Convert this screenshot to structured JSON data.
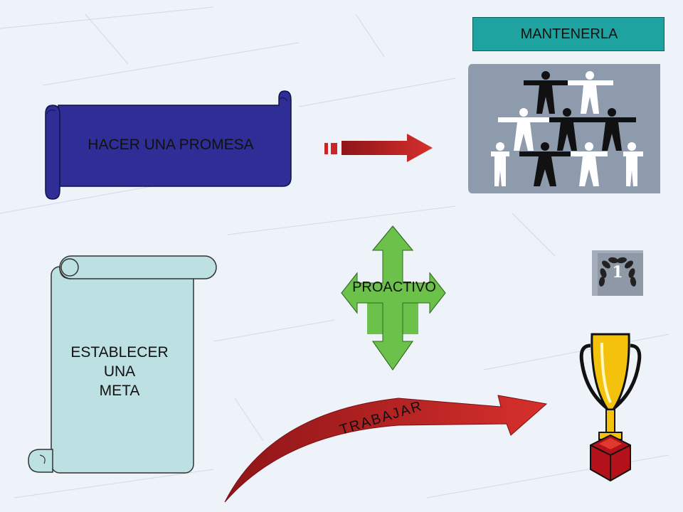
{
  "promise": {
    "text": "HACER UNA PROMESA"
  },
  "goal": {
    "lines": [
      "ESTABLECER",
      "UNA",
      "META"
    ]
  },
  "maintain": {
    "text": "MANTENERLA"
  },
  "proactive": {
    "text": "PROACTIVO"
  },
  "work": {
    "text": "TRABAJAR"
  },
  "medal": {
    "number": "1"
  },
  "icons": {
    "people_pyramid": "people-pyramid-icon",
    "medal": "laurel-medal-icon",
    "trophy": "trophy-icon",
    "arrow": "right-arrow-icon",
    "four_way": "four-way-arrow-icon",
    "curved": "curved-arrow-icon"
  },
  "colors": {
    "background": "#eef2f9",
    "promise_scroll": "#2e2e96",
    "goal_scroll": "#bde0e2",
    "maintain_box": "#1fa3a0",
    "people_panel": "#8e9bad",
    "red_arrow": "#c8262a",
    "green_arrow": "#6cc14a",
    "trophy_gold": "#f4c20d",
    "trophy_base": "#b3121b"
  }
}
